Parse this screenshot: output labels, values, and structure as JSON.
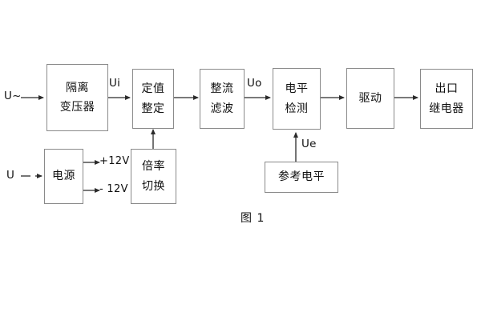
{
  "figure": {
    "caption": "图 1",
    "background_color": "#ffffff",
    "line_color": "#8a8a8a",
    "text_color": "#111111"
  },
  "blocks": [
    {
      "id": "isolation-transformer",
      "lines": [
        "隔离",
        "变压器"
      ]
    },
    {
      "id": "setting-value",
      "lines": [
        "定值",
        "整定"
      ]
    },
    {
      "id": "rectify-filter",
      "lines": [
        "整流",
        "滤波"
      ]
    },
    {
      "id": "level-detect",
      "lines": [
        "电平",
        "检测"
      ]
    },
    {
      "id": "drive",
      "lines": [
        "驱动"
      ]
    },
    {
      "id": "output-relay",
      "lines": [
        "出口",
        "继电器"
      ]
    },
    {
      "id": "power-supply",
      "lines": [
        "电源"
      ]
    },
    {
      "id": "multiplier-switch",
      "lines": [
        "倍率",
        "切换"
      ]
    },
    {
      "id": "reference-level",
      "lines": [
        "参考电平"
      ]
    }
  ],
  "labels": {
    "input_ac": "U~",
    "input_dc": "U",
    "ui": "Ui",
    "uo": "Uo",
    "ue": "Ue",
    "plus12v": "+12V",
    "minus12v": "- 12V"
  }
}
